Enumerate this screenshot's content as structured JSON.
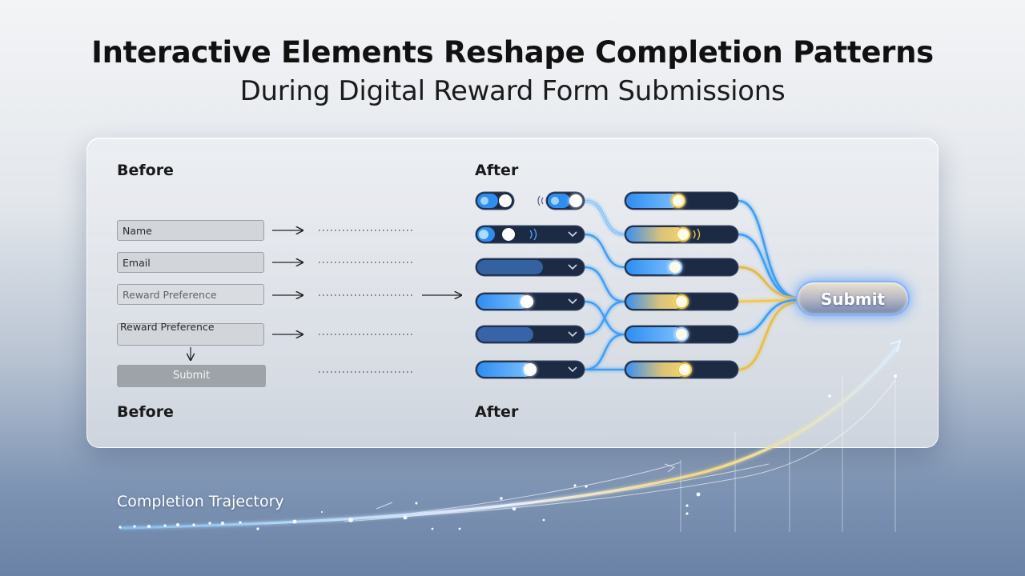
{
  "header": {
    "title": "Interactive Elements Reshape Completion Patterns",
    "subtitle": "During Digital Reward Form Submissions"
  },
  "before": {
    "label_top": "Before",
    "label_bottom": "Before",
    "fields": [
      "Name",
      "Email",
      "Reward Preference",
      "Reward Preference"
    ],
    "submit_label": "Submit"
  },
  "after": {
    "label_top": "After",
    "label_bottom": "After",
    "submit_label": "Submit"
  },
  "trajectory": {
    "label": "Completion Trajectory"
  },
  "colors": {
    "blue_accent": "#2f8df0",
    "gold_accent": "#f2c94c",
    "slider_bg": "#1d2a44"
  },
  "icons": [
    "arrow-right-icon",
    "arrow-down-icon",
    "chevron-down-icon",
    "toggle-icon",
    "signal-waves-icon"
  ]
}
